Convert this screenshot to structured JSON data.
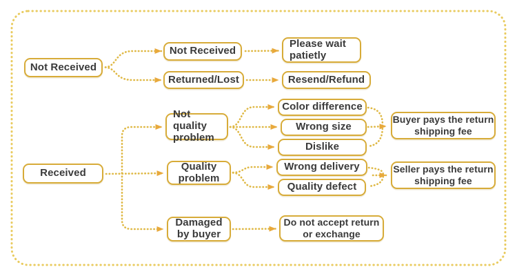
{
  "diagram": {
    "type": "flowchart",
    "description": "Return and refund decision flowchart",
    "colors": {
      "box_border": "#d7ab38",
      "connector_dots": "#dfb844",
      "arrowhead": "#e8a93c",
      "outer_border_dots": "#e9cb5f",
      "text": "#3a3a3a",
      "background": "#ffffff"
    },
    "nodes": {
      "left_not_received": {
        "label": "Not Received"
      },
      "mid_not_received": {
        "label": "Not Received"
      },
      "returned_lost": {
        "label": "Returned/Lost"
      },
      "please_wait": {
        "label": "Please wait patietly"
      },
      "resend_refund": {
        "label": "Resend/Refund"
      },
      "received": {
        "label": "Received"
      },
      "not_quality_problem": {
        "label": "Not quality problem"
      },
      "quality_problem": {
        "label": "Quality problem"
      },
      "damaged_by_buyer": {
        "label": "Damaged by buyer"
      },
      "color_difference": {
        "label": "Color difference"
      },
      "wrong_size": {
        "label": "Wrong size"
      },
      "dislike": {
        "label": "Dislike"
      },
      "wrong_delivery": {
        "label": "Wrong delivery"
      },
      "quality_defect": {
        "label": "Quality defect"
      },
      "buyer_pays": {
        "label": "Buyer pays the return shipping fee"
      },
      "seller_pays": {
        "label": "Seller pays the return shipping fee"
      },
      "do_not_accept": {
        "label": "Do not accept return or exchange"
      }
    },
    "edges": [
      {
        "from": "left_not_received",
        "to": "mid_not_received"
      },
      {
        "from": "left_not_received",
        "to": "returned_lost"
      },
      {
        "from": "mid_not_received",
        "to": "please_wait"
      },
      {
        "from": "returned_lost",
        "to": "resend_refund"
      },
      {
        "from": "received",
        "to": "not_quality_problem"
      },
      {
        "from": "received",
        "to": "quality_problem"
      },
      {
        "from": "received",
        "to": "damaged_by_buyer"
      },
      {
        "from": "not_quality_problem",
        "to": "color_difference"
      },
      {
        "from": "not_quality_problem",
        "to": "wrong_size"
      },
      {
        "from": "not_quality_problem",
        "to": "dislike"
      },
      {
        "from": "quality_problem",
        "to": "wrong_delivery"
      },
      {
        "from": "quality_problem",
        "to": "quality_defect"
      },
      {
        "from": "color_difference",
        "to": "buyer_pays"
      },
      {
        "from": "wrong_size",
        "to": "buyer_pays"
      },
      {
        "from": "dislike",
        "to": "buyer_pays"
      },
      {
        "from": "wrong_delivery",
        "to": "seller_pays"
      },
      {
        "from": "quality_defect",
        "to": "seller_pays"
      },
      {
        "from": "damaged_by_buyer",
        "to": "do_not_accept"
      }
    ]
  }
}
